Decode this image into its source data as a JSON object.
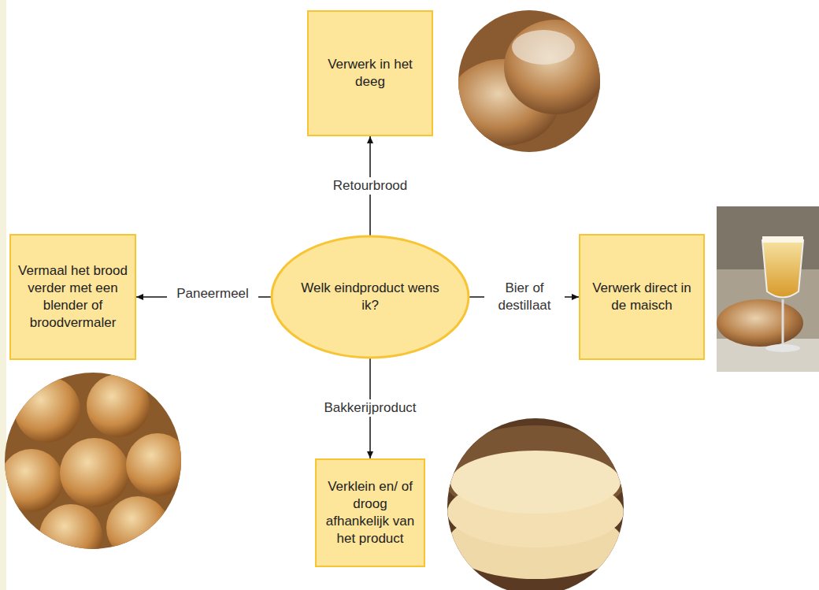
{
  "diagram": {
    "nodes": [
      {
        "text": [
          "Verwerk in het deeg"
        ]
      },
      {
        "text": [
          "Vermaal het brood verder met een blender of broodvermaler"
        ]
      },
      {
        "text": [
          "Welk eindproduct wens ik?"
        ]
      },
      {
        "text": [
          "Verwerk direct in de maisch"
        ]
      },
      {
        "text": [
          "Verklein en/ of droog afhankelijk van het product"
        ]
      }
    ],
    "edges": [
      {
        "from": 2,
        "to": 0,
        "arrow": "to",
        "label": "Retourbrood"
      },
      {
        "from": 2,
        "to": 1,
        "arrow": "to",
        "label": "Paneermeel"
      },
      {
        "from": 2,
        "to": 3,
        "arrow": "to",
        "label": "Bier of destillaat"
      },
      {
        "from": 2,
        "to": 4,
        "arrow": "to",
        "label": "Bakkerijproduct"
      }
    ]
  }
}
